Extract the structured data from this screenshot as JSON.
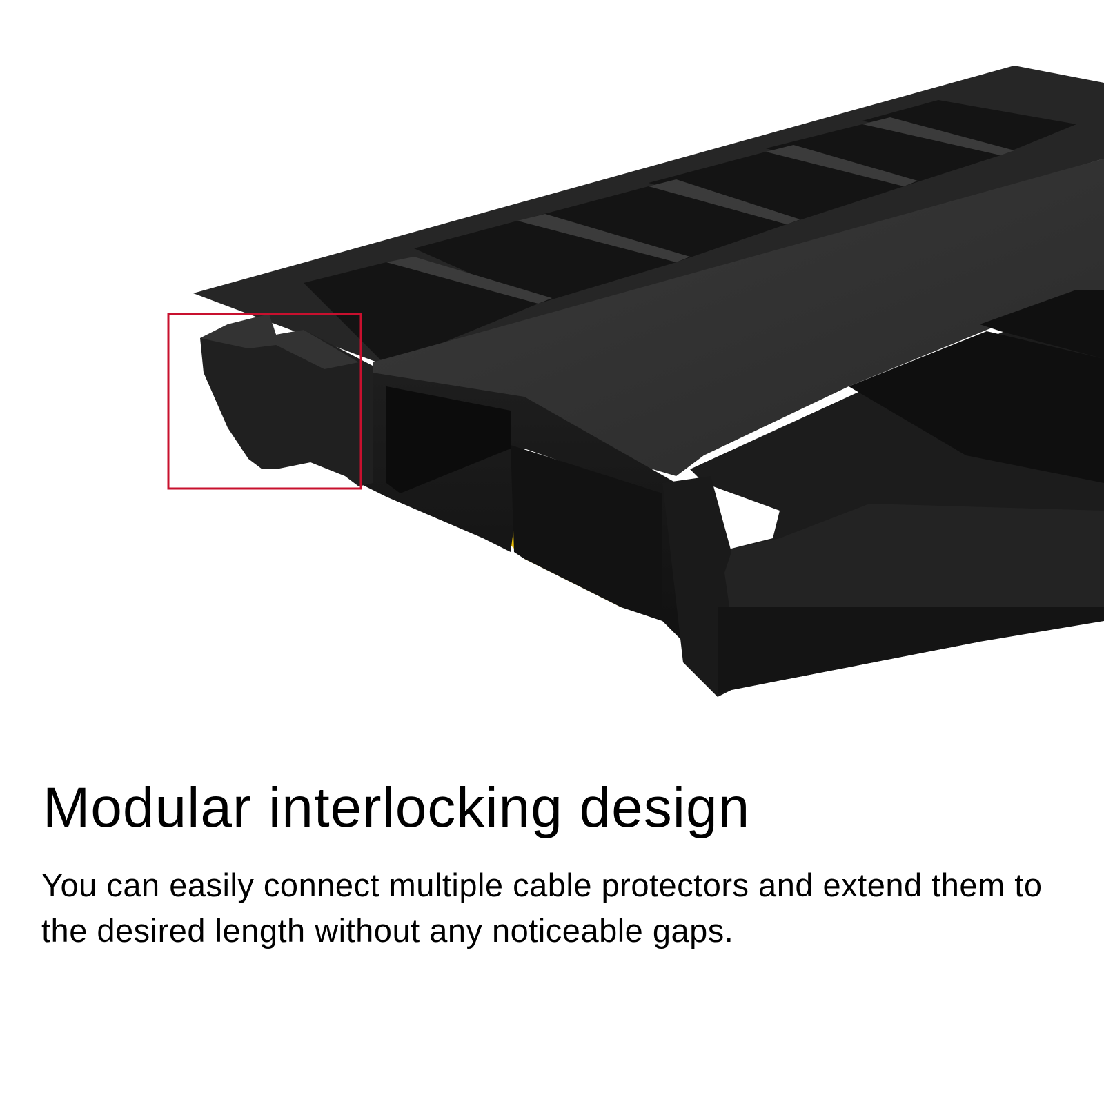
{
  "headline": "Modular interlocking design",
  "description": "You can easily connect multiple cable protectors and extend them to the desired length without any noticeable gaps.",
  "product": {
    "name": "cable-protector",
    "body_color": "#2e2e2e",
    "channel_color": "#f2c200",
    "highlight_color": "#c8102e"
  }
}
